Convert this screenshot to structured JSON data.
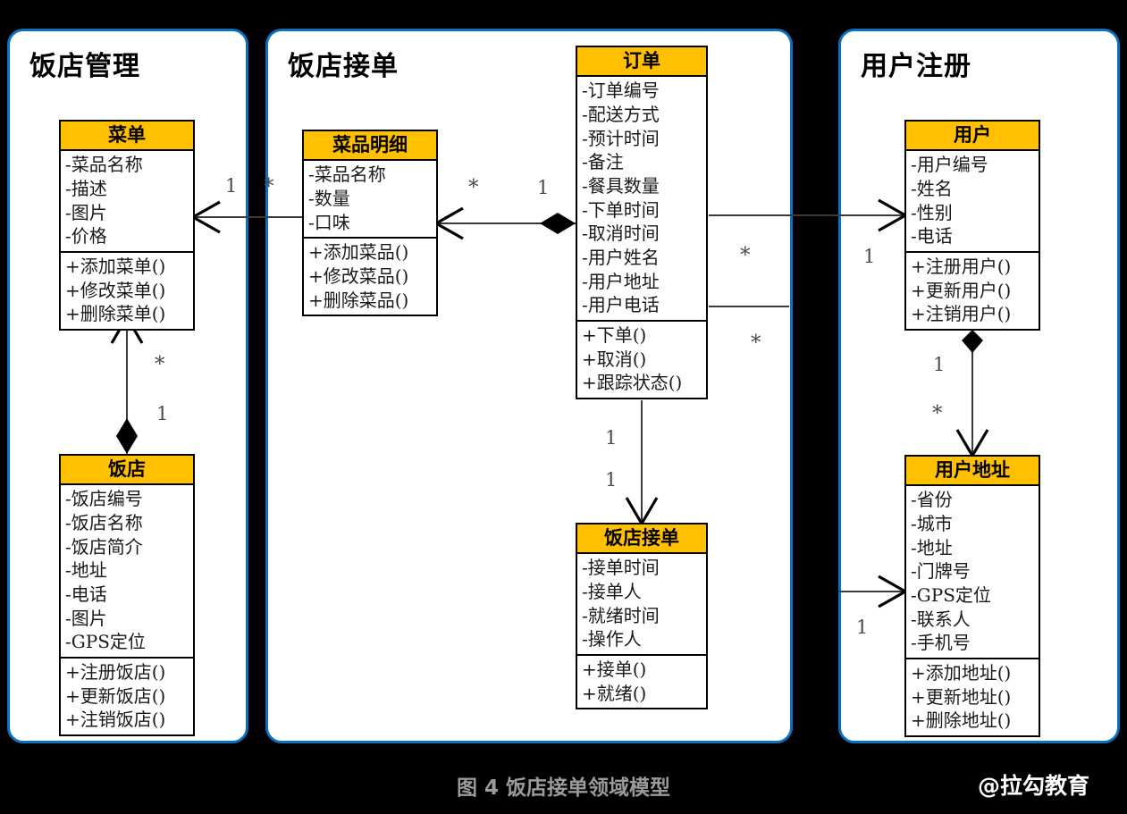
{
  "figure": {
    "caption": "图 4 饭店接单领域模型",
    "watermark": "@拉勾教育",
    "background_color": "#000000",
    "package_border_color": "#0a70c0",
    "class_header_color": "#ffc000"
  },
  "packages": [
    {
      "id": "pkg-restaurant-mgmt",
      "title": "饭店管理"
    },
    {
      "id": "pkg-restaurant-accept",
      "title": "饭店接单"
    },
    {
      "id": "pkg-user-register",
      "title": "用户注册"
    }
  ],
  "classes": [
    {
      "id": "cls-menu",
      "name": "菜单",
      "attributes": [
        "-菜品名称",
        "-描述",
        "-图片",
        "-价格"
      ],
      "operations": [
        "+添加菜单()",
        "+修改菜单()",
        "+删除菜单()"
      ]
    },
    {
      "id": "cls-restaurant",
      "name": "饭店",
      "attributes": [
        "-饭店编号",
        "-饭店名称",
        "-饭店简介",
        "-地址",
        "-电话",
        "-图片",
        "-GPS定位"
      ],
      "operations": [
        "+注册饭店()",
        "+更新饭店()",
        "+注销饭店()"
      ]
    },
    {
      "id": "cls-dish-detail",
      "name": "菜品明细",
      "attributes": [
        "-菜品名称",
        "-数量",
        "-口味"
      ],
      "operations": [
        "+添加菜品()",
        "+修改菜品()",
        "+删除菜品()"
      ]
    },
    {
      "id": "cls-order",
      "name": "订单",
      "attributes": [
        "-订单编号",
        "-配送方式",
        "-预计时间",
        "-备注",
        "-餐具数量",
        "-下单时间",
        "-取消时间",
        "-用户姓名",
        "-用户地址",
        "-用户电话"
      ],
      "operations": [
        "+下单()",
        "+取消()",
        "+跟踪状态()"
      ]
    },
    {
      "id": "cls-order-accept",
      "name": "饭店接单",
      "attributes": [
        "-接单时间",
        "-接单人",
        "-就绪时间",
        "-操作人"
      ],
      "operations": [
        "+接单()",
        "+就绪()"
      ]
    },
    {
      "id": "cls-user",
      "name": "用户",
      "attributes": [
        "-用户编号",
        "-姓名",
        "-性别",
        "-电话"
      ],
      "operations": [
        "+注册用户()",
        "+更新用户()",
        "+注销用户()"
      ]
    },
    {
      "id": "cls-user-address",
      "name": "用户地址",
      "attributes": [
        "-省份",
        "-城市",
        "-地址",
        "-门牌号",
        "-GPS定位",
        "-联系人",
        "-手机号"
      ],
      "operations": [
        "+添加地址()",
        "+更新地址()",
        "+删除地址()"
      ]
    }
  ],
  "multiplicities": {
    "menu_to_dishdetail_one": "1",
    "dishdetail_pkg_star": "*",
    "dishdetail_to_order_star": "*",
    "order_to_dishdetail_one": "1",
    "restaurant_to_menu_star": "*",
    "restaurant_to_menu_one": "1",
    "order_to_user_star": "*",
    "order_to_user_one": "1",
    "order_to_useraddr_star": "*",
    "order_to_useraddr_one": "1",
    "order_to_accept_one_a": "1",
    "order_to_accept_one_b": "1",
    "user_to_addr_one": "1",
    "user_to_addr_star": "*"
  }
}
